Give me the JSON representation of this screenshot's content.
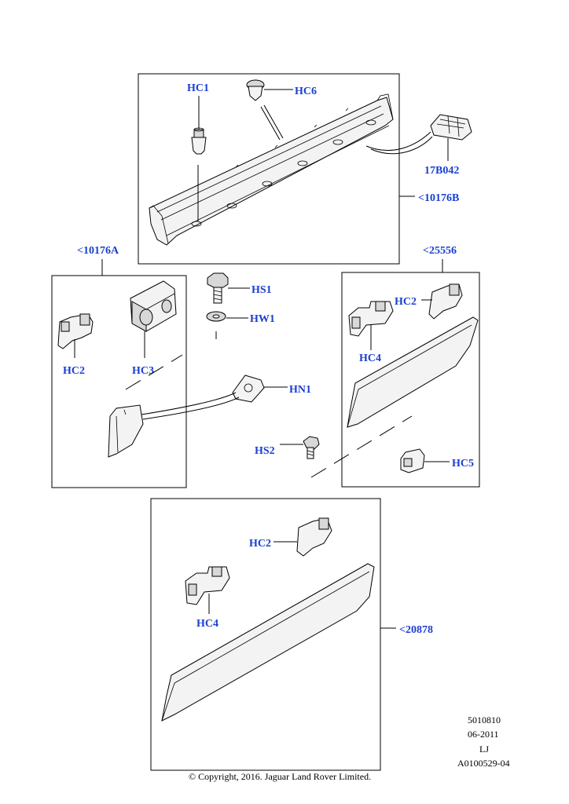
{
  "labels": {
    "hc1": "HC1",
    "hc6": "HC6",
    "p17b042": "17B042",
    "p10176b": "<10176B",
    "p10176a": "<10176A",
    "p25556": "<25556",
    "hs1": "HS1",
    "hw1": "HW1",
    "hc2_left": "HC2",
    "hc3": "HC3",
    "hn1": "HN1",
    "hc2_right": "HC2",
    "hc4_right": "HC4",
    "hs2": "HS2",
    "hc5": "HC5",
    "hc2_bottom": "HC2",
    "hc4_bottom": "HC4",
    "p20878": "<20878"
  },
  "footer": {
    "ref_1": "5010810",
    "ref_2": "06-2011",
    "ref_3": "LJ",
    "ref_4": "A0100529-04",
    "copyright": "© Copyright, 2016. Jaguar Land Rover Limited."
  },
  "colors": {
    "label": "#1a3fd0",
    "line": "#000000"
  }
}
